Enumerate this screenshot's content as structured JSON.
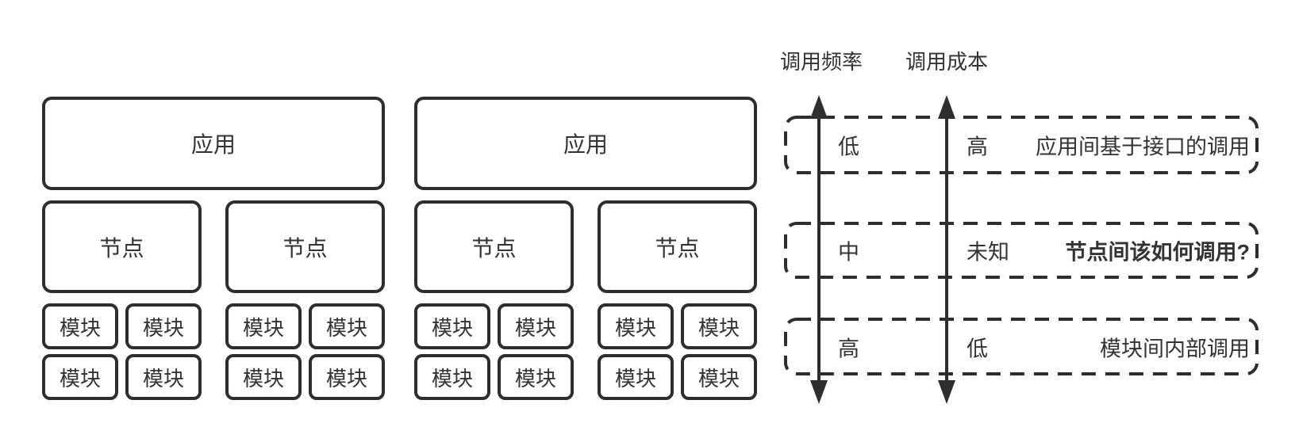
{
  "clusters": [
    {
      "app_label": "应用",
      "nodes": [
        {
          "label": "节点",
          "modules": [
            "模块",
            "模块",
            "模块",
            "模块"
          ]
        },
        {
          "label": "节点",
          "modules": [
            "模块",
            "模块",
            "模块",
            "模块"
          ]
        }
      ]
    },
    {
      "app_label": "应用",
      "nodes": [
        {
          "label": "节点",
          "modules": [
            "模块",
            "模块",
            "模块",
            "模块"
          ]
        },
        {
          "label": "节点",
          "modules": [
            "模块",
            "模块",
            "模块",
            "模块"
          ]
        }
      ]
    }
  ],
  "axes": {
    "frequency_title": "调用频率",
    "cost_title": "调用成本"
  },
  "rows": [
    {
      "frequency": "低",
      "cost": "高",
      "description": "应用间基于接口的调用"
    },
    {
      "frequency": "中",
      "cost": "未知",
      "description": "节点间该如何调用?"
    },
    {
      "frequency": "高",
      "cost": "低",
      "description": "模块间内部调用"
    }
  ],
  "colors": {
    "stroke": "#2e2e2e",
    "text": "#333333",
    "background": "#ffffff"
  }
}
